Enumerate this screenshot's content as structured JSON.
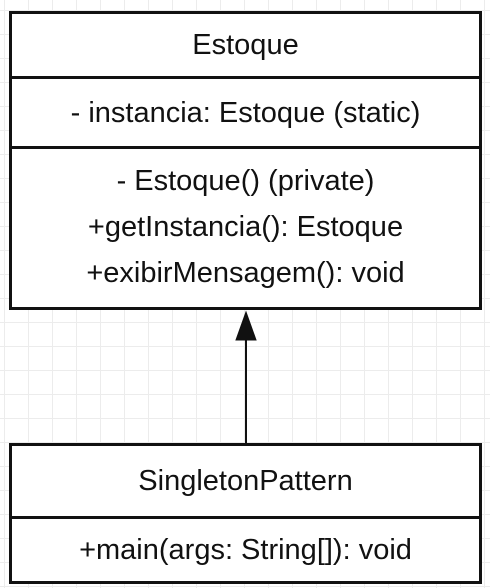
{
  "classes": {
    "estoque": {
      "name": "Estoque",
      "attributes": [
        "- instancia: Estoque (static)"
      ],
      "operations": [
        "- Estoque() (private)",
        "+getInstancia(): Estoque",
        "+exibirMensagem(): void"
      ]
    },
    "singleton_pattern": {
      "name": "SingletonPattern",
      "operations": [
        "+main(args: String[]): void"
      ]
    }
  },
  "relationship": {
    "from": "SingletonPattern",
    "to": "Estoque",
    "arrowhead": "filled-triangle"
  },
  "colors": {
    "stroke": "#111111",
    "background": "#ffffff",
    "grid": "#ececec"
  }
}
